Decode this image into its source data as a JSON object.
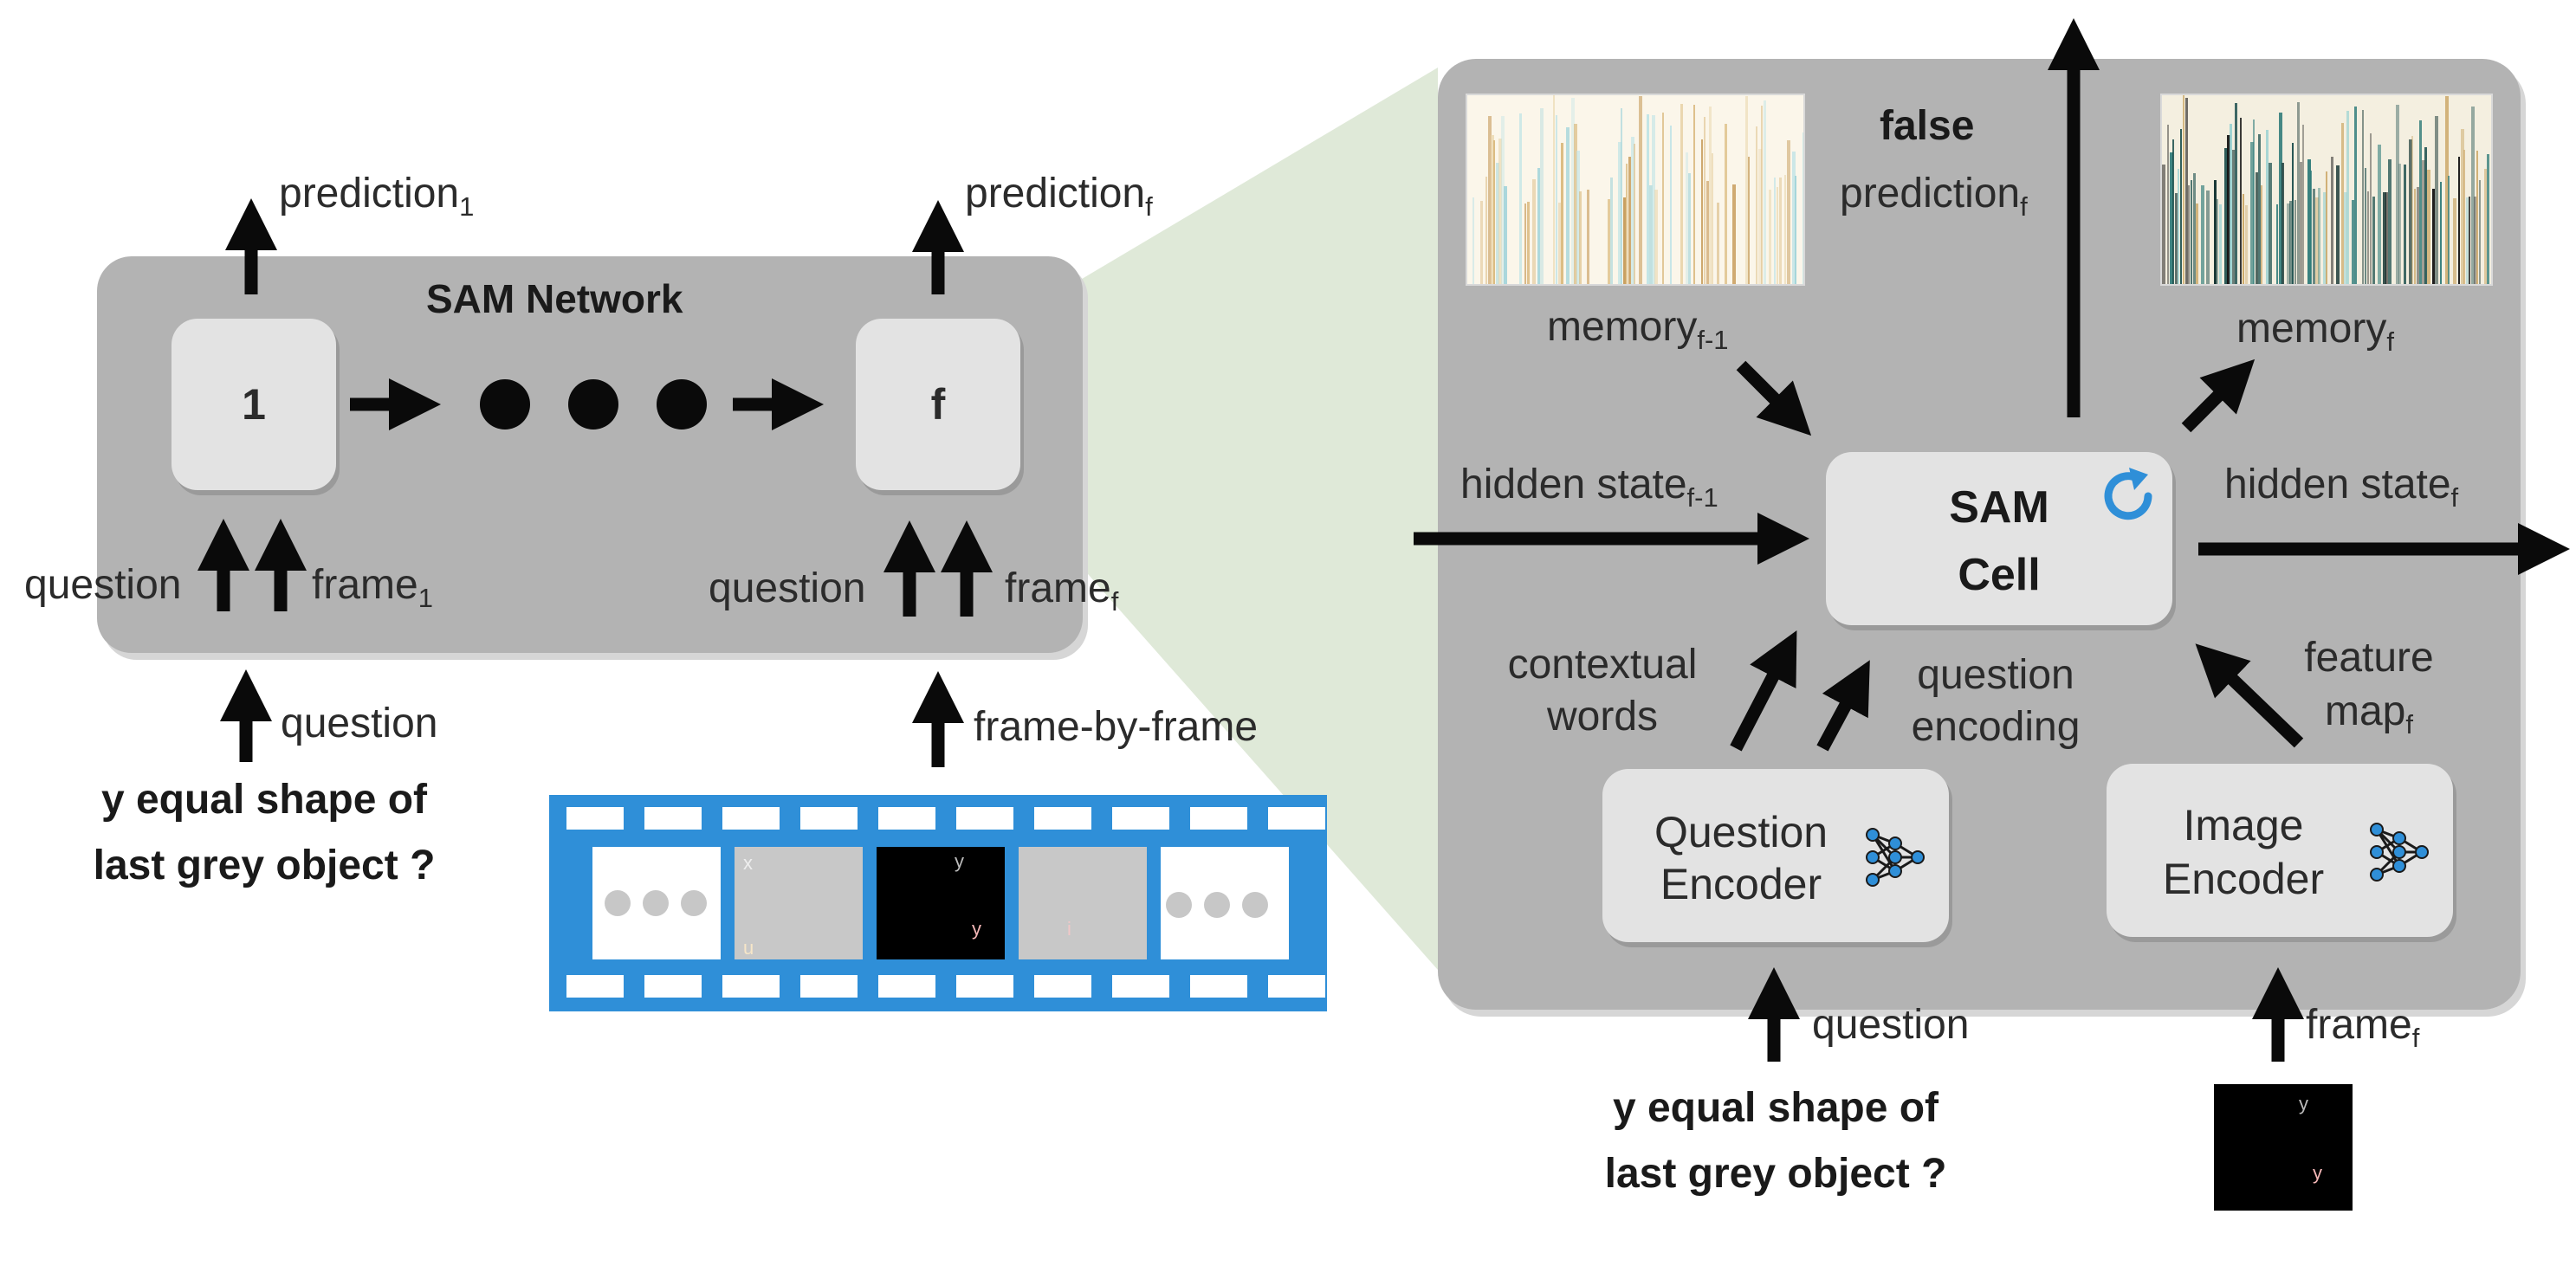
{
  "left_network": {
    "title": "SAM Network",
    "step_first": "1",
    "step_last": "f",
    "prediction_first": "prediction",
    "prediction_first_sub": "1",
    "prediction_last": "prediction",
    "prediction_last_sub": "f",
    "input_question_1": "question",
    "input_frame_1": "frame",
    "input_frame_1_sub": "1",
    "input_question_f": "question",
    "input_frame_f": "frame",
    "input_frame_f_sub": "f",
    "question_label": "question",
    "question_text_line1": "y equal shape of",
    "question_text_line2": "last  grey object ?",
    "frame_label": "frame-by-frame"
  },
  "film_strip": {
    "frame_letters": [
      "x",
      "u",
      "y",
      "y",
      "i"
    ]
  },
  "right_cell": {
    "output_value": "false",
    "prediction": "prediction",
    "prediction_sub": "f",
    "memory_prev": "memory",
    "memory_prev_sub": "f-1",
    "memory_next": "memory",
    "memory_next_sub": "f",
    "hidden_prev": "hidden state",
    "hidden_prev_sub": "f-1",
    "hidden_next": "hidden state",
    "hidden_next_sub": "f",
    "cell_title_line1": "SAM",
    "cell_title_line2": "Cell",
    "contextual_words_line1": "contextual",
    "contextual_words_line2": "words",
    "question_encoding_line1": "question",
    "question_encoding_line2": "encoding",
    "feature_map_line1": "feature",
    "feature_map_line2": "map",
    "feature_map_sub": "f",
    "question_encoder_line1": "Question",
    "question_encoder_line2": "Encoder",
    "image_encoder_line1": "Image",
    "image_encoder_line2": "Encoder",
    "question_input": "question",
    "frame_input": "frame",
    "frame_input_sub": "f",
    "question_text_line1": "y equal shape of",
    "question_text_line2": "last  grey object ?",
    "frame_letters": [
      "y",
      "y"
    ]
  },
  "colors": {
    "panel": "#b3b3b3",
    "node": "#e3e3e3",
    "zoom_wedge": "#dfe9d8",
    "film": "#2f8fd8",
    "icon_blue": "#2f8fd8",
    "arrow": "#0a0a0a"
  }
}
